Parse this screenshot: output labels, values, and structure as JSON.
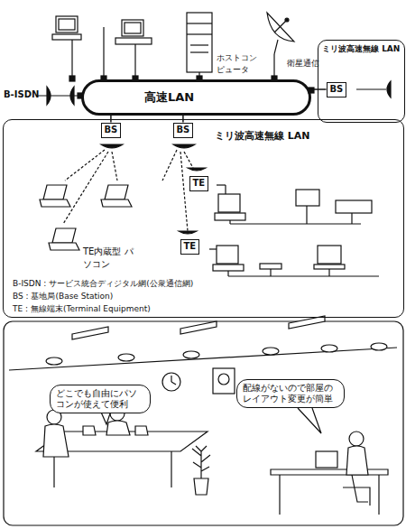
{
  "diagram": {
    "nodes": [
      {
        "text": [
          "高速LAN"
        ]
      },
      {
        "text": [
          "ミリ波高速無線 LAN"
        ]
      },
      {
        "text": [
          "BS"
        ],
        "in": 1
      },
      {
        "text": [
          "ミリ波高速無線 LAN"
        ]
      },
      {
        "text": [
          "BS"
        ],
        "in": 3
      },
      {
        "text": [
          "BS"
        ],
        "in": 3
      },
      {
        "text": [
          "TE"
        ],
        "in": 3
      },
      {
        "text": [
          "TE"
        ],
        "in": 3
      },
      {
        "text": [
          "どこでも自由にパソコンが使えて便利"
        ]
      },
      {
        "text": [
          "配線がないので部屋のレイアウト変更が簡単"
        ]
      }
    ],
    "edges": [
      {
        "from": 0,
        "to": 2,
        "arrow": "none"
      },
      {
        "from": 0,
        "to": 4,
        "arrow": "none"
      },
      {
        "from": 0,
        "to": 5,
        "arrow": "none"
      }
    ],
    "labels": [
      "B-ISDN",
      "ホストコン ピュータ",
      "衛星通信",
      "TE内蔵型 パソコン",
      "B-ISDN : サービス統合ディジタル網(公衆通信網)",
      "BS : 基地局(Base Station)",
      "TE : 無線端末(Terminal Equipment)"
    ]
  }
}
